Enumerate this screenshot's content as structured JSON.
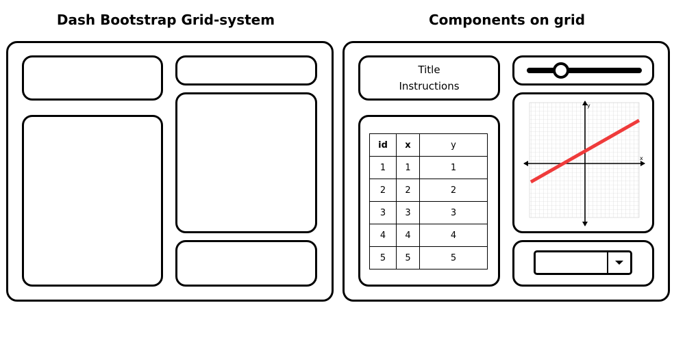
{
  "left_panel": {
    "heading": "Dash Bootstrap Grid-system"
  },
  "right_panel": {
    "heading": "Components on grid",
    "title_card": {
      "title": "Title",
      "instructions": "Instructions"
    },
    "slider": {
      "value_fraction": 0.3
    },
    "table": {
      "columns": [
        "id",
        "x",
        "y"
      ],
      "rows": [
        [
          "1",
          "1",
          "1"
        ],
        [
          "2",
          "2",
          "2"
        ],
        [
          "3",
          "3",
          "3"
        ],
        [
          "4",
          "4",
          "4"
        ],
        [
          "5",
          "5",
          "5"
        ]
      ]
    },
    "graph": {
      "x_label": "x",
      "y_label": "y",
      "line_color": "#ef3b3b"
    },
    "dropdown": {
      "value": ""
    }
  }
}
